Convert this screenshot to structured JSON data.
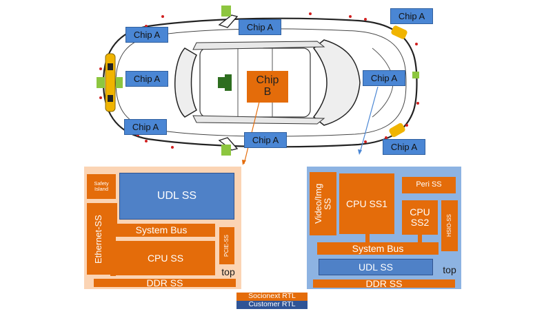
{
  "colors": {
    "chip_a": "#4a86d4",
    "chip_b": "#e46c0a",
    "socionext_orange": "#e46c0a",
    "customer_blue": "#2f5496",
    "left_panel_bg": "#fbd4b4",
    "right_panel_bg": "#8db3e2",
    "sensor_yellow": "#f0b400",
    "sensor_green": "#8dc63f",
    "camera_green": "#2e6e1f"
  },
  "car": {
    "chip_a_labels": [
      "Chip A",
      "Chip A",
      "Chip A",
      "Chip A",
      "Chip A",
      "Chip A",
      "Chip A",
      "Chip A"
    ],
    "chip_b_label": "Chip\nB"
  },
  "left_chip": {
    "safety_island": "Safety\nIsland",
    "udl_ss": "UDL SS",
    "ethernet_ss": "Ethernet-SS",
    "system_bus": "System Bus",
    "pcie_ss": "PCIE-SS",
    "cpu_ss": "CPU SS",
    "top": "top",
    "ddr_ss": "DDR SS"
  },
  "right_chip": {
    "video_img_ss": "Video/Img\nSS",
    "cpu_ss1": "CPU SS1",
    "peri_ss": "Peri SS",
    "cpu_ss2": "CPU\nSS2",
    "hsio_ss": "HSIO-SS",
    "system_bus": "System Bus",
    "udl_ss": "UDL SS",
    "top": "top",
    "ddr_ss": "DDR SS"
  },
  "legend": {
    "socionext_rtl": "Socionext RTL",
    "customer_rtl": "Customer RTL"
  }
}
